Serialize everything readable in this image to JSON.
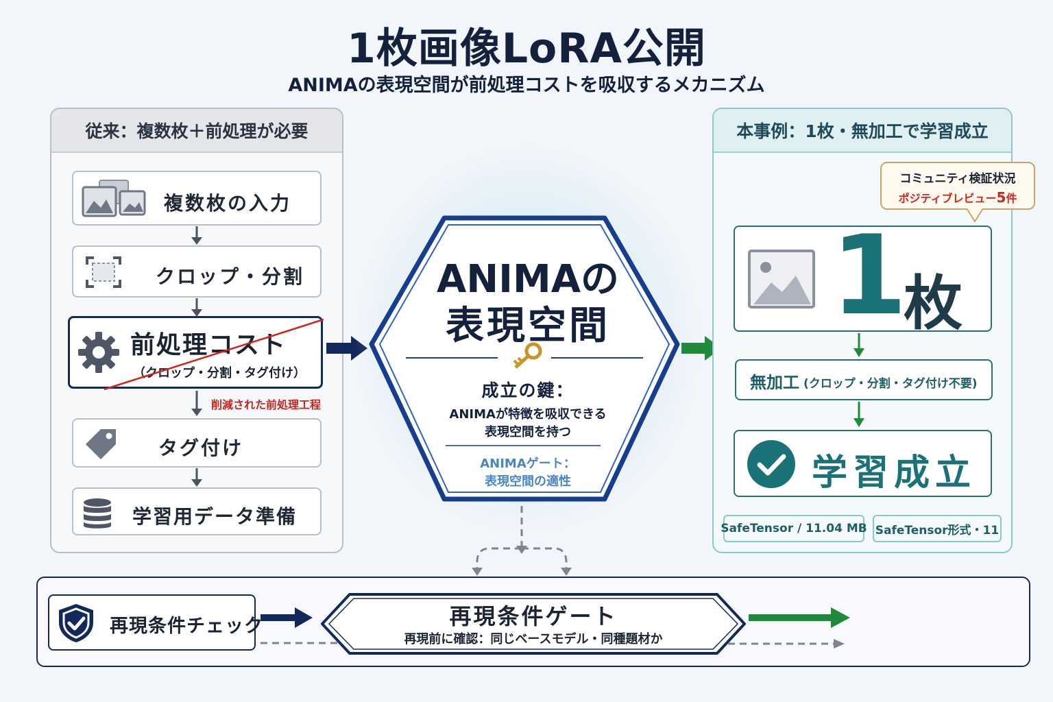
{
  "header": {
    "title": "1枚画像LoRA公開",
    "subtitle": "ANIMAの表現空間が前処理コストを吸収するメカニズム"
  },
  "left_panel": {
    "title": "従来：複数枚＋前処理が必要",
    "steps": [
      {
        "label": "複数枚の入力",
        "icon": "images-icon"
      },
      {
        "label": "クロップ・分割",
        "icon": "crop-icon"
      },
      {
        "label": "タグ付け",
        "icon": "tag-icon"
      },
      {
        "label": "学習用データ準備",
        "icon": "database-icon"
      }
    ],
    "cost": {
      "title": "前処理コスト",
      "subtitle": "（クロップ・分割・タグ付け）",
      "icon": "gear-icon"
    },
    "reduced_note": "削減された前処理工程"
  },
  "center": {
    "title_line1": "ANIMAの",
    "title_line2": "表現空間",
    "key_label": "成立の鍵：",
    "key_desc_line1": "ANIMAが特徴を吸収できる",
    "key_desc_line2": "表現空間を持つ",
    "gate_line1": "ANIMAゲート：",
    "gate_line2": "表現空間の適性",
    "icon": "key-icon"
  },
  "right_panel": {
    "title": "本事例：1枚・無加工で学習成立",
    "bubble_line1": "コミュニティ検証状況",
    "bubble_line2_prefix": "ポジティブレビュー",
    "bubble_line2_count": "5",
    "bubble_line2_suffix": "件",
    "count_number": "1",
    "count_unit": "枚",
    "raw_main": "無加工",
    "raw_sub": "(クロップ・分割・タグ付け不要)",
    "done": "学習成立",
    "pills": [
      "SafeTensor / 11.04 MB",
      "SafeTensor形式・11"
    ]
  },
  "bottom": {
    "check_label": "再現条件チェック",
    "gate_title": "再現条件ゲート",
    "gate_subtitle": "再現前に確認：同じベースモデル・同種題材か"
  },
  "colors": {
    "navy": "#14295b",
    "teal": "#1b7276",
    "green": "#1f8a3a",
    "red": "#c8231d",
    "gate_blue": "#4a86c5"
  }
}
